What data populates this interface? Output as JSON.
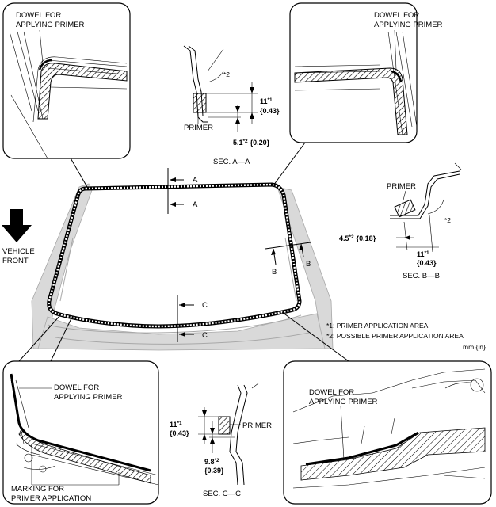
{
  "labels": {
    "dowel_tl": [
      "DOWEL FOR",
      "APPLYING PRIMER"
    ],
    "dowel_tr": [
      "DOWEL FOR",
      "APPLYING PRIMER"
    ],
    "dowel_bl": [
      "DOWEL FOR",
      "APPLYING PRIMER"
    ],
    "dowel_br": [
      "DOWEL FOR",
      "APPLYING PRIMER"
    ],
    "marking_bl": [
      "MARKING FOR",
      "PRIMER APPLICATION"
    ],
    "primer": "PRIMER",
    "vehicle_front": [
      "VEHICLE",
      "FRONT"
    ]
  },
  "section_a": {
    "title": "SEC. A—A",
    "angle_mark": "*2",
    "dim_width": "11",
    "dim_width_sup": "*1",
    "dim_width_in": "{0.43}",
    "dim_offset": "5.1",
    "dim_offset_sup": "*2",
    "dim_offset_in": "{0.20}"
  },
  "section_b": {
    "title": "SEC. B—B",
    "angle_mark": "*2",
    "dim_offset": "4.5",
    "dim_offset_sup": "*2",
    "dim_offset_in": "{0.18}",
    "dim_width": "11",
    "dim_width_sup": "*1",
    "dim_width_in": "{0.43}"
  },
  "section_c": {
    "title": "SEC. C—C",
    "dim_width": "11",
    "dim_width_sup": "*1",
    "dim_width_in": "{0.43}",
    "dim_offset": "9.8",
    "dim_offset_sup": "*2",
    "dim_offset_in": "{0.39}"
  },
  "cut_letters": {
    "a": "A",
    "b": "B",
    "c": "C"
  },
  "legend": {
    "note1": "*1:  PRIMER APPLICATION AREA",
    "note2": "*2:  POSSIBLE PRIMER APPLICATION AREA",
    "units": "mm {in}"
  }
}
